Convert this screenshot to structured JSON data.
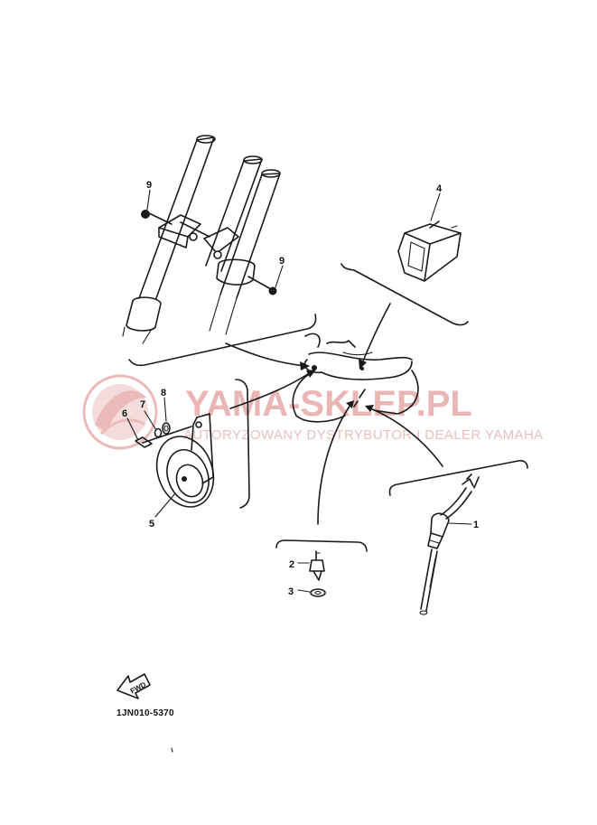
{
  "diagram_code": "1JN010-5370",
  "watermark": {
    "title": "YAMA-SKLEP.PL",
    "subtitle": "AUTORYZOWANY DYSTRYBUTOR I DEALER YAMAHA",
    "color": "#e3a0a0"
  },
  "fwd_arrow_label": "FWD",
  "callouts": [
    {
      "id": "c1",
      "label": "1"
    },
    {
      "id": "c2",
      "label": "2"
    },
    {
      "id": "c3",
      "label": "3"
    },
    {
      "id": "c4",
      "label": "4"
    },
    {
      "id": "c5",
      "label": "5"
    },
    {
      "id": "c6",
      "label": "6"
    },
    {
      "id": "c7",
      "label": "7"
    },
    {
      "id": "c8",
      "label": "8"
    },
    {
      "id": "c9a",
      "label": "9"
    },
    {
      "id": "c9b",
      "label": "9"
    }
  ]
}
